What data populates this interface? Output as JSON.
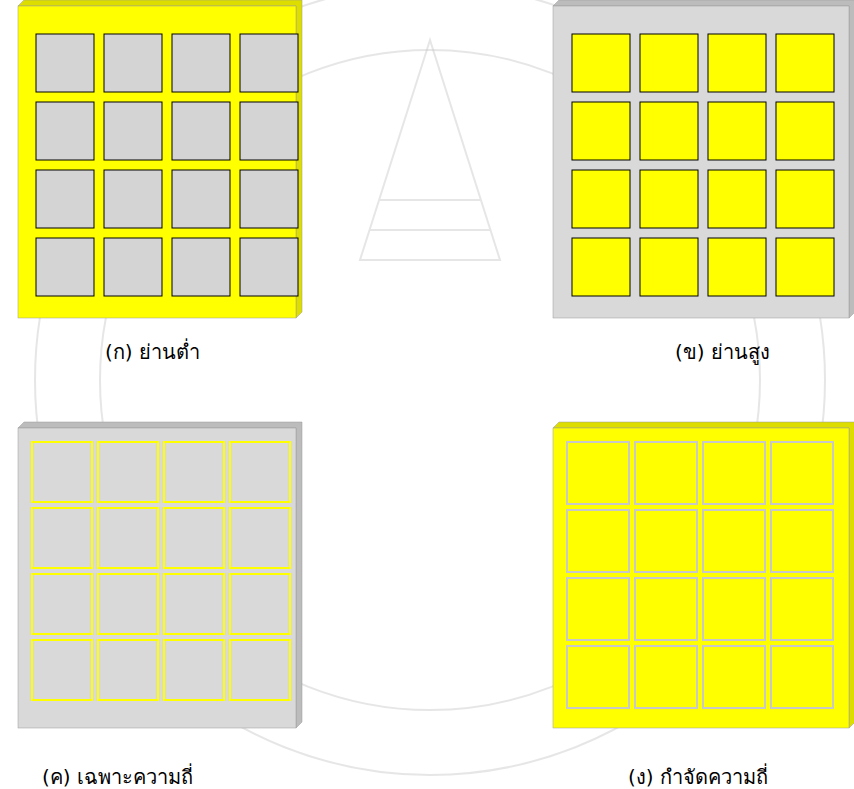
{
  "diagram": {
    "labels": [
      "(ก) ย่านต่ำ",
      "(ข) ย่านสูง",
      "(ค) เฉพาะความถี่",
      "(ง) กำจัดความถี่"
    ]
  }
}
